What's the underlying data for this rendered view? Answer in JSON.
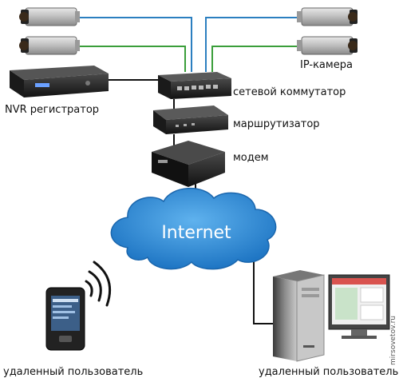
{
  "labels": {
    "ip_camera": "IP-камера",
    "nvr": "NVR регистратор",
    "switch": "сетевой коммутатор",
    "router": "маршрутизатор",
    "modem": "модем",
    "internet": "Internet",
    "mobile_user": "удаленный пользователь",
    "pc_user": "удаленный пользователь"
  },
  "watermark": "mirsovetov.ru",
  "colors": {
    "cable_blue": "#2b7fc0",
    "cable_green": "#3a9e3a",
    "cable_black": "#111111",
    "cloud_fill": "#2f8fd8",
    "cloud_text": "#ffffff"
  }
}
